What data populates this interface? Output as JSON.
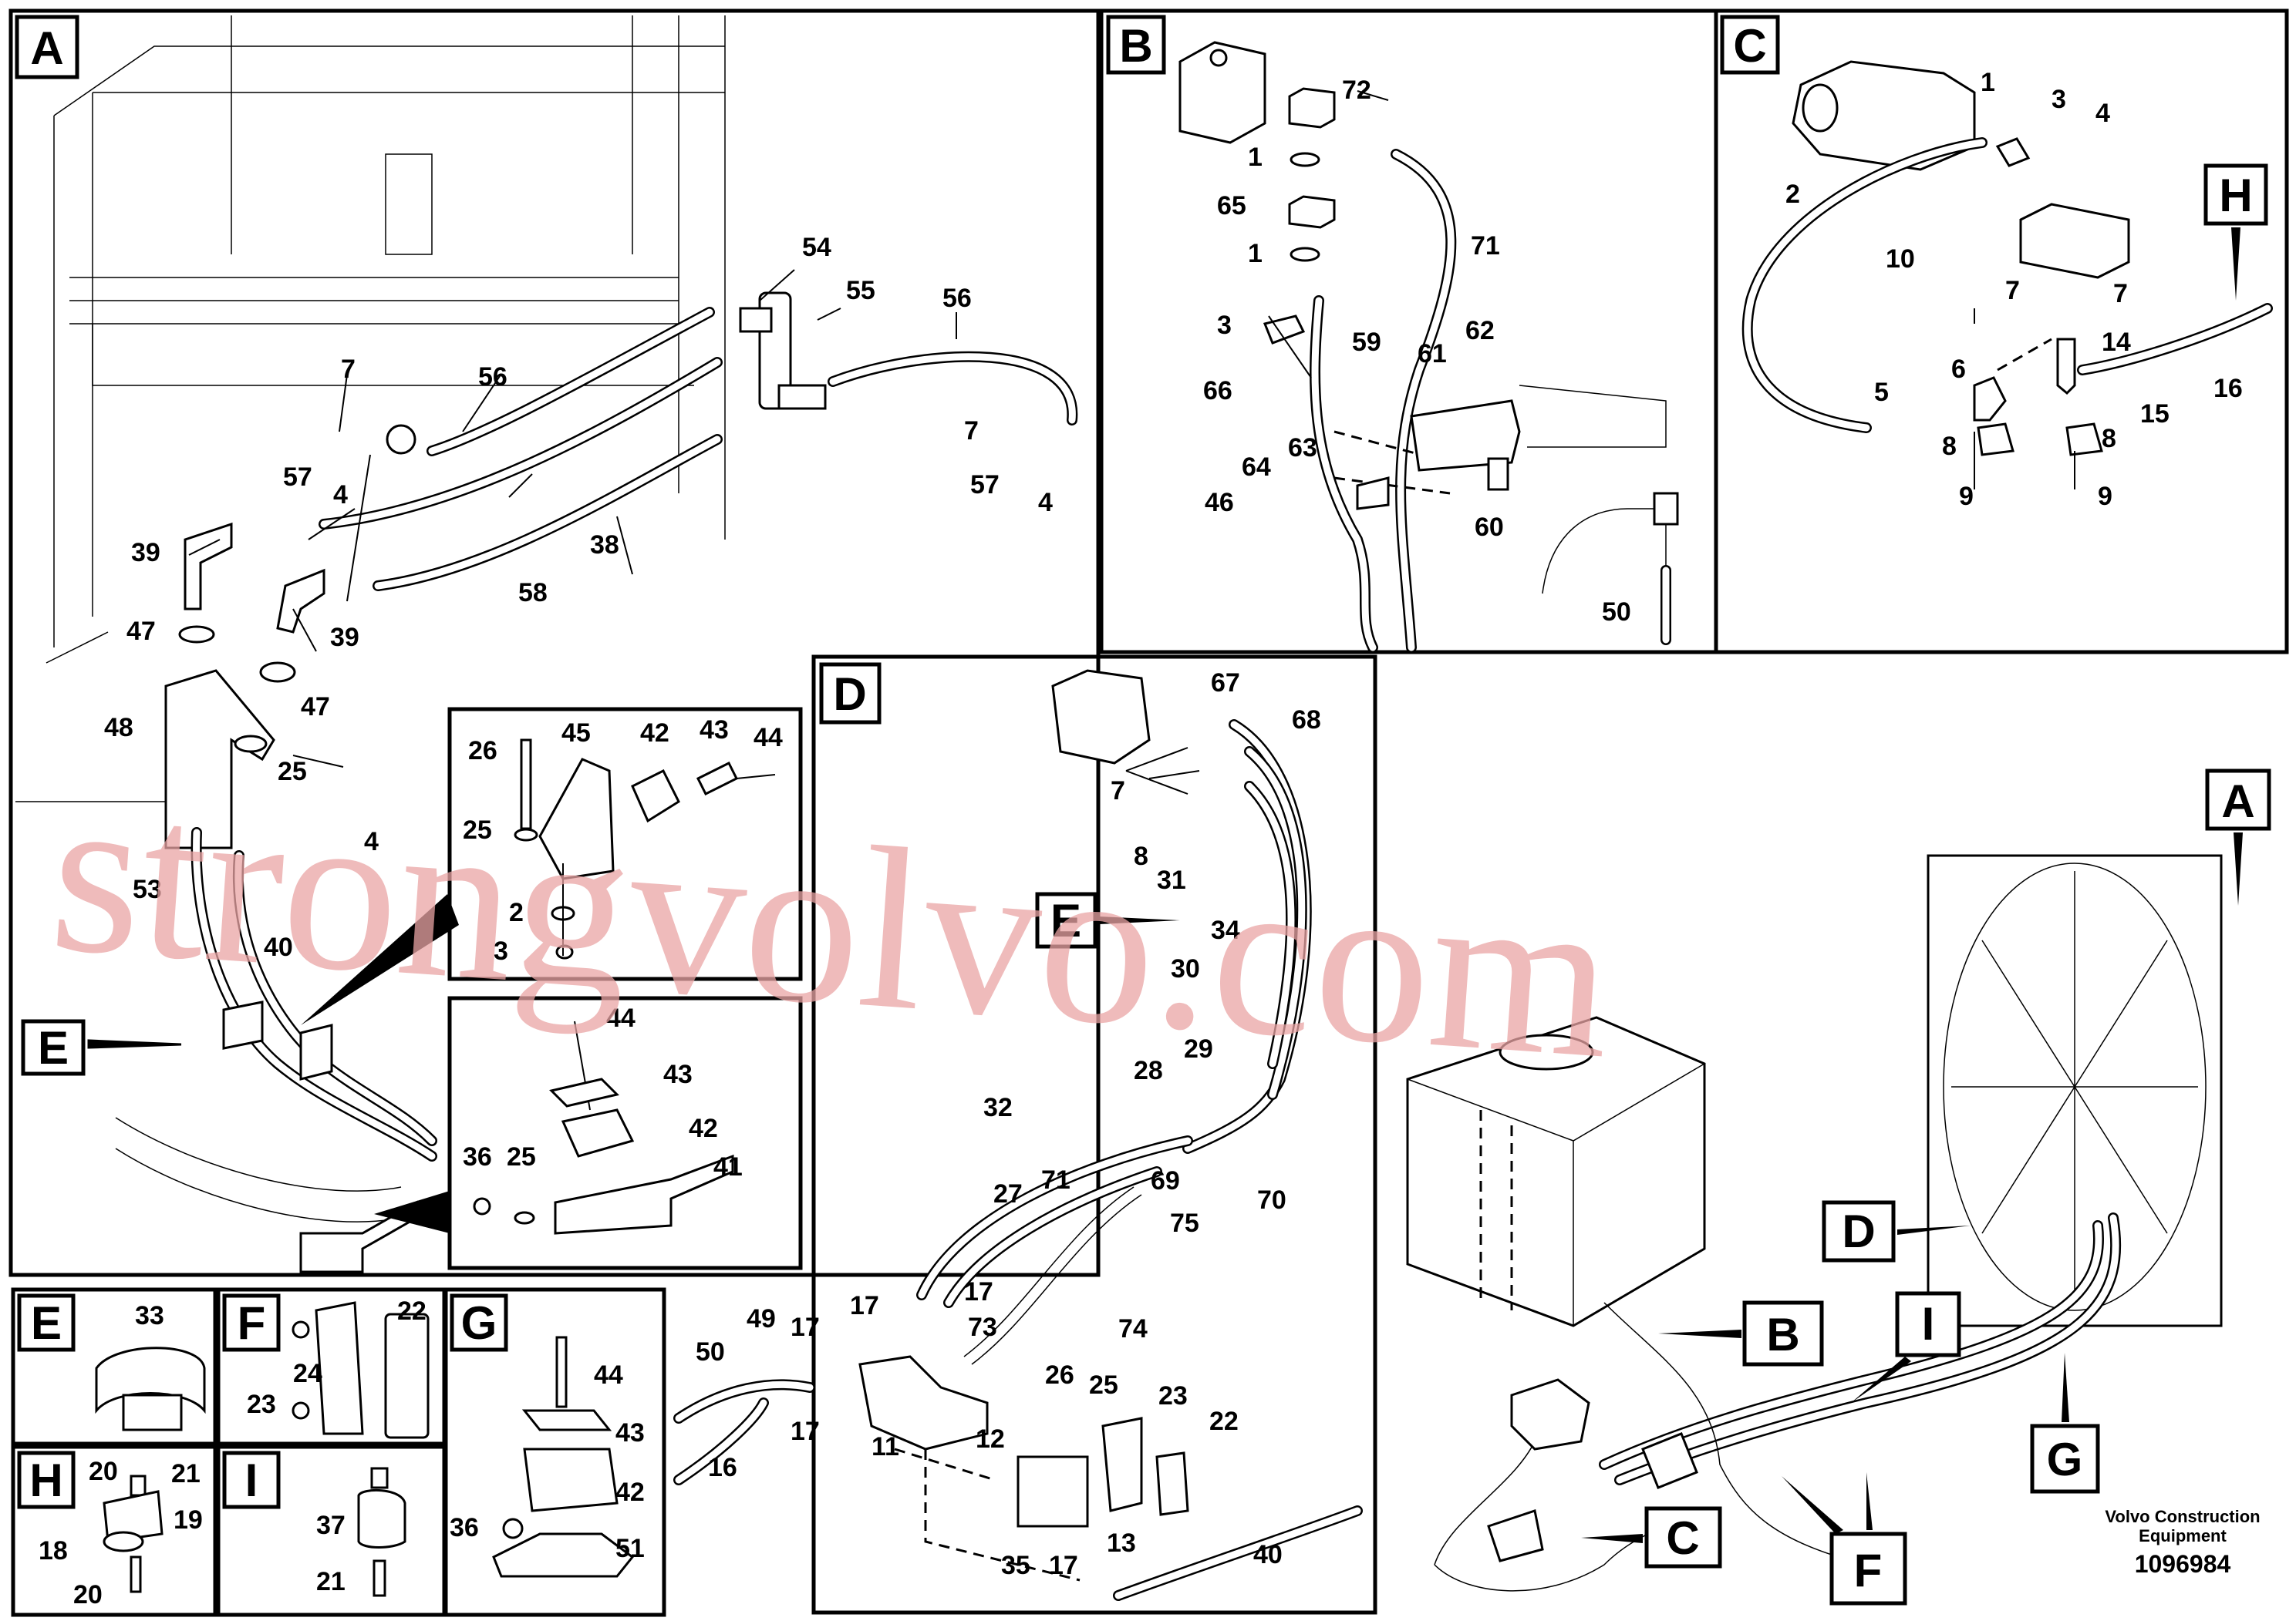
{
  "panels": {
    "A": "A",
    "B": "B",
    "C": "C",
    "D": "D",
    "E": "E",
    "F": "F",
    "G": "G",
    "H": "H",
    "I": "I"
  },
  "panel_A": {
    "callouts": [
      {
        "id": "a54",
        "text": "54"
      },
      {
        "id": "a55",
        "text": "55"
      },
      {
        "id": "a56a",
        "text": "56"
      },
      {
        "id": "a56b",
        "text": "56"
      },
      {
        "id": "a7a",
        "text": "7"
      },
      {
        "id": "a7b",
        "text": "7"
      },
      {
        "id": "a57a",
        "text": "57"
      },
      {
        "id": "a57b",
        "text": "57"
      },
      {
        "id": "a4a",
        "text": "4"
      },
      {
        "id": "a4b",
        "text": "4"
      },
      {
        "id": "a4c",
        "text": "4"
      },
      {
        "id": "a38",
        "text": "38"
      },
      {
        "id": "a39a",
        "text": "39"
      },
      {
        "id": "a39b",
        "text": "39"
      },
      {
        "id": "a58",
        "text": "58"
      },
      {
        "id": "a47a",
        "text": "47"
      },
      {
        "id": "a47b",
        "text": "47"
      },
      {
        "id": "a48",
        "text": "48"
      },
      {
        "id": "a25",
        "text": "25"
      },
      {
        "id": "a53",
        "text": "53"
      },
      {
        "id": "a40",
        "text": "40"
      }
    ],
    "marker_E": "E"
  },
  "inset_upper": {
    "callouts": [
      {
        "id": "u26",
        "text": "26"
      },
      {
        "id": "u45",
        "text": "45"
      },
      {
        "id": "u42",
        "text": "42"
      },
      {
        "id": "u43",
        "text": "43"
      },
      {
        "id": "u44",
        "text": "44"
      },
      {
        "id": "u25",
        "text": "25"
      },
      {
        "id": "u2",
        "text": "2"
      },
      {
        "id": "u3",
        "text": "3"
      }
    ]
  },
  "inset_lower": {
    "callouts": [
      {
        "id": "l44",
        "text": "44"
      },
      {
        "id": "l43",
        "text": "43"
      },
      {
        "id": "l42",
        "text": "42"
      },
      {
        "id": "l41",
        "text": "41"
      },
      {
        "id": "l36",
        "text": "36"
      },
      {
        "id": "l25",
        "text": "25"
      }
    ]
  },
  "panel_B": {
    "callouts": [
      {
        "id": "b72",
        "text": "72"
      },
      {
        "id": "b1a",
        "text": "1"
      },
      {
        "id": "b65",
        "text": "65"
      },
      {
        "id": "b1b",
        "text": "1"
      },
      {
        "id": "b71",
        "text": "71"
      },
      {
        "id": "b3",
        "text": "3"
      },
      {
        "id": "b59",
        "text": "59"
      },
      {
        "id": "b61",
        "text": "61"
      },
      {
        "id": "b62",
        "text": "62"
      },
      {
        "id": "b66",
        "text": "66"
      },
      {
        "id": "b63",
        "text": "63"
      },
      {
        "id": "b64",
        "text": "64"
      },
      {
        "id": "b46",
        "text": "46"
      },
      {
        "id": "b60",
        "text": "60"
      },
      {
        "id": "b50",
        "text": "50"
      }
    ]
  },
  "panel_C": {
    "callouts": [
      {
        "id": "c1",
        "text": "1"
      },
      {
        "id": "c3",
        "text": "3"
      },
      {
        "id": "c4",
        "text": "4"
      },
      {
        "id": "c2",
        "text": "2"
      },
      {
        "id": "c10",
        "text": "10"
      },
      {
        "id": "c7a",
        "text": "7"
      },
      {
        "id": "c7b",
        "text": "7"
      },
      {
        "id": "c6",
        "text": "6"
      },
      {
        "id": "c14",
        "text": "14"
      },
      {
        "id": "c5",
        "text": "5"
      },
      {
        "id": "c15",
        "text": "15"
      },
      {
        "id": "c16",
        "text": "16"
      },
      {
        "id": "c8a",
        "text": "8"
      },
      {
        "id": "c8b",
        "text": "8"
      },
      {
        "id": "c9a",
        "text": "9"
      },
      {
        "id": "c9b",
        "text": "9"
      }
    ],
    "marker_H": "H"
  },
  "panel_D": {
    "callouts": [
      {
        "id": "d67",
        "text": "67"
      },
      {
        "id": "d68",
        "text": "68"
      },
      {
        "id": "d7",
        "text": "7"
      },
      {
        "id": "d8",
        "text": "8"
      },
      {
        "id": "d31",
        "text": "31"
      },
      {
        "id": "d34",
        "text": "34"
      },
      {
        "id": "d30",
        "text": "30"
      },
      {
        "id": "d28",
        "text": "28"
      },
      {
        "id": "d29",
        "text": "29"
      },
      {
        "id": "d32",
        "text": "32"
      },
      {
        "id": "d27",
        "text": "27"
      },
      {
        "id": "d71",
        "text": "71"
      },
      {
        "id": "d69",
        "text": "69"
      },
      {
        "id": "d70",
        "text": "70"
      },
      {
        "id": "d75",
        "text": "75"
      },
      {
        "id": "d74",
        "text": "74"
      },
      {
        "id": "d17a",
        "text": "17"
      },
      {
        "id": "d17b",
        "text": "17"
      },
      {
        "id": "d73",
        "text": "73"
      },
      {
        "id": "d49",
        "text": "49"
      },
      {
        "id": "d17c",
        "text": "17"
      },
      {
        "id": "d50",
        "text": "50"
      },
      {
        "id": "d17d",
        "text": "17"
      },
      {
        "id": "d16",
        "text": "16"
      },
      {
        "id": "d11",
        "text": "11"
      },
      {
        "id": "d26",
        "text": "26"
      },
      {
        "id": "d25",
        "text": "25"
      },
      {
        "id": "d23",
        "text": "23"
      },
      {
        "id": "d22",
        "text": "22"
      },
      {
        "id": "d12",
        "text": "12"
      },
      {
        "id": "d35",
        "text": "35"
      },
      {
        "id": "d17e",
        "text": "17"
      },
      {
        "id": "d13",
        "text": "13"
      },
      {
        "id": "d40",
        "text": "40"
      }
    ],
    "marker_E": "E"
  },
  "panel_E": {
    "callouts": [
      {
        "id": "e33",
        "text": "33"
      }
    ]
  },
  "panel_F": {
    "callouts": [
      {
        "id": "f22",
        "text": "22"
      },
      {
        "id": "f24",
        "text": "24"
      },
      {
        "id": "f23",
        "text": "23"
      }
    ]
  },
  "panel_G": {
    "callouts": [
      {
        "id": "g44",
        "text": "44"
      },
      {
        "id": "g43",
        "text": "43"
      },
      {
        "id": "g42",
        "text": "42"
      },
      {
        "id": "g36",
        "text": "36"
      },
      {
        "id": "g51",
        "text": "51"
      }
    ]
  },
  "panel_H": {
    "callouts": [
      {
        "id": "h20a",
        "text": "20"
      },
      {
        "id": "h21",
        "text": "21"
      },
      {
        "id": "h19",
        "text": "19"
      },
      {
        "id": "h18",
        "text": "18"
      },
      {
        "id": "h20b",
        "text": "20"
      }
    ]
  },
  "panel_I": {
    "callouts": [
      {
        "id": "i37",
        "text": "37"
      },
      {
        "id": "i21",
        "text": "21"
      }
    ]
  },
  "overview": {
    "markers": [
      {
        "id": "ovA",
        "text": "A"
      },
      {
        "id": "ovB",
        "text": "B"
      },
      {
        "id": "ovC",
        "text": "C"
      },
      {
        "id": "ovD",
        "text": "D"
      },
      {
        "id": "ovF",
        "text": "F"
      },
      {
        "id": "ovG",
        "text": "G"
      },
      {
        "id": "ovI",
        "text": "I"
      }
    ]
  },
  "footer": {
    "company_line1": "Volvo Construction",
    "company_line2": "Equipment",
    "doc_number": "1096984"
  },
  "watermark": "strongvolvo.com"
}
